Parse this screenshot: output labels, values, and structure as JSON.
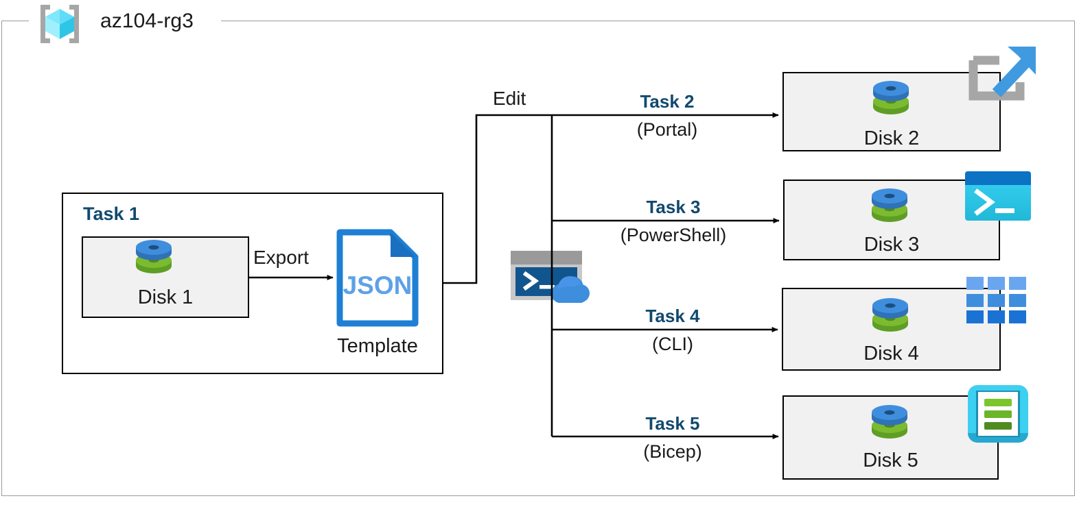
{
  "diagram": {
    "resource_group": {
      "name": "az104-rg3",
      "icon": "resource-group-cube-icon"
    },
    "task1": {
      "title": "Task 1",
      "disk": {
        "label": "Disk 1",
        "icon": "disk-stack-icon"
      },
      "export_label": "Export",
      "template": {
        "file_type": "JSON",
        "caption": "Template",
        "icon": "json-document-icon"
      }
    },
    "edit_label": "Edit",
    "cloud_shell": {
      "icon": "cloud-shell-icon"
    },
    "branches": [
      {
        "task": "Task 2",
        "method": "(Portal)",
        "disk": "Disk 2",
        "tool_icon": "azure-portal-icon",
        "disk_icon": "disk-stack-icon"
      },
      {
        "task": "Task 3",
        "method": "(PowerShell)",
        "disk": "Disk 3",
        "tool_icon": "powershell-icon",
        "disk_icon": "disk-stack-icon"
      },
      {
        "task": "Task 4",
        "method": "(CLI)",
        "disk": "Disk 4",
        "tool_icon": "azure-cli-icon",
        "disk_icon": "disk-stack-icon"
      },
      {
        "task": "Task 5",
        "method": "(Bicep)",
        "disk": "Disk 5",
        "tool_icon": "bicep-icon",
        "disk_icon": "disk-stack-icon"
      }
    ],
    "colors": {
      "task_text": "#11496f",
      "box_fill": "#f1f1f1",
      "box_stroke": "#000000",
      "frame_stroke": "#9a9a9a",
      "disk_blue": "#3f8ede",
      "disk_green": "#71ab2f",
      "json_blue": "#1e7fd4",
      "cube_cyan": "#4fd8f5",
      "powershell_cyan": "#2fc6ef",
      "cli_blue": "#2f7fe0",
      "bicep_cyan": "#3ed0f0",
      "bicep_green": "#7bc62d"
    }
  }
}
